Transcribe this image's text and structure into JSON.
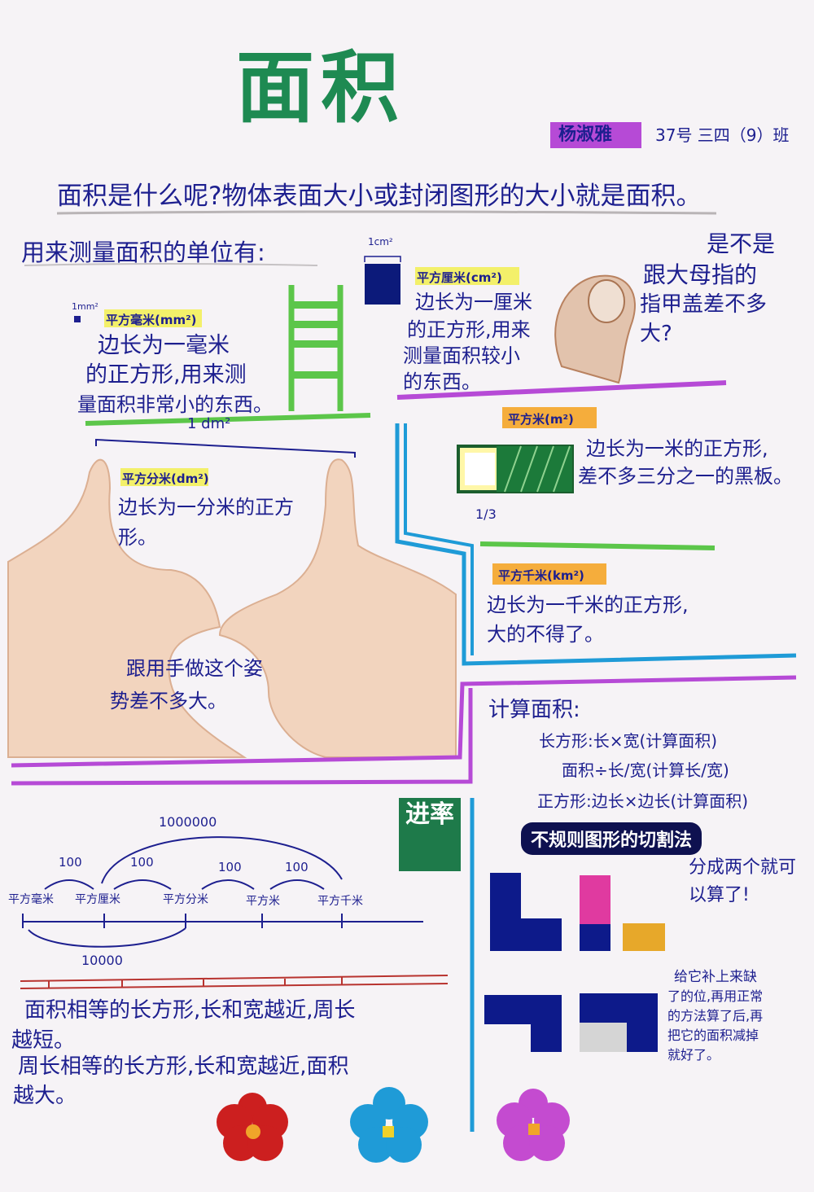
{
  "title": "面积",
  "author": {
    "name": "杨淑雅",
    "class_info": "37号 三四（9）班"
  },
  "intro": "面积是什么呢?物体表面大小或封闭图形的大小就是面积。",
  "units_heading": "用来测量面积的单位有:",
  "units": {
    "mm2": {
      "label": "平方毫米(mm²)",
      "icon_label": "1mm²",
      "desc": [
        "边长为一毫米",
        "的正方形,用来测",
        "量面积非常小的东西。"
      ]
    },
    "cm2": {
      "label": "平方厘米(cm²)",
      "icon_label": "1cm²",
      "desc": [
        "边长为一厘米",
        "的正方形,用来",
        "测量面积较小",
        "的东西。"
      ]
    },
    "dm2": {
      "label": "平方分米(dm²)",
      "bracket_label": "1 dm²",
      "desc": [
        "边长为一分米的正方",
        "形。"
      ]
    },
    "m2": {
      "label": "平方米(m²)",
      "desc": [
        "边长为一米的正方形,",
        "差不多三分之一的黑板。"
      ],
      "fraction": "1/3"
    },
    "km2": {
      "label": "平方千米(km²)",
      "desc": [
        "边长为一千米的正方形,",
        "大的不得了。"
      ]
    }
  },
  "thumb_note": [
    "是不是",
    "跟大母指的",
    "指甲盖差不多",
    "大?"
  ],
  "hands_note": [
    "跟用手做这个姿",
    "势差不多大。"
  ],
  "calc": {
    "heading": "计算面积:",
    "lines": [
      "长方形:长×宽(计算面积)",
      "面积÷长/宽(计算长/宽)",
      "正方形:边长×边长(计算面积)"
    ]
  },
  "irregular": {
    "banner": "不规则图形的切割法",
    "note1": [
      "分成两个就可",
      "以算了!"
    ],
    "note2": [
      "给它补上来缺",
      "了的位,再用正常",
      "的方法算了后,再",
      "把它的面积减掉",
      "就好了。"
    ]
  },
  "rate": {
    "badge": "进率",
    "units": [
      "平方毫米",
      "平方厘米",
      "平方分米",
      "平方米",
      "平方千米"
    ],
    "steps": [
      "100",
      "100",
      "100",
      "100"
    ],
    "big_top": "1000000",
    "big_bottom": "10000"
  },
  "notes": [
    "面积相等的长方形,长和宽越近,周长",
    "越短。",
    "周长相等的长方形,长和宽越近,面积",
    "越大。"
  ],
  "colors": {
    "title": "#1e8a52",
    "ink": "#1d1f8f",
    "purple": "#b64ad6",
    "green": "#5cc64a",
    "navy": "#0d1a8a",
    "blue": "#1f9bd7"
  }
}
